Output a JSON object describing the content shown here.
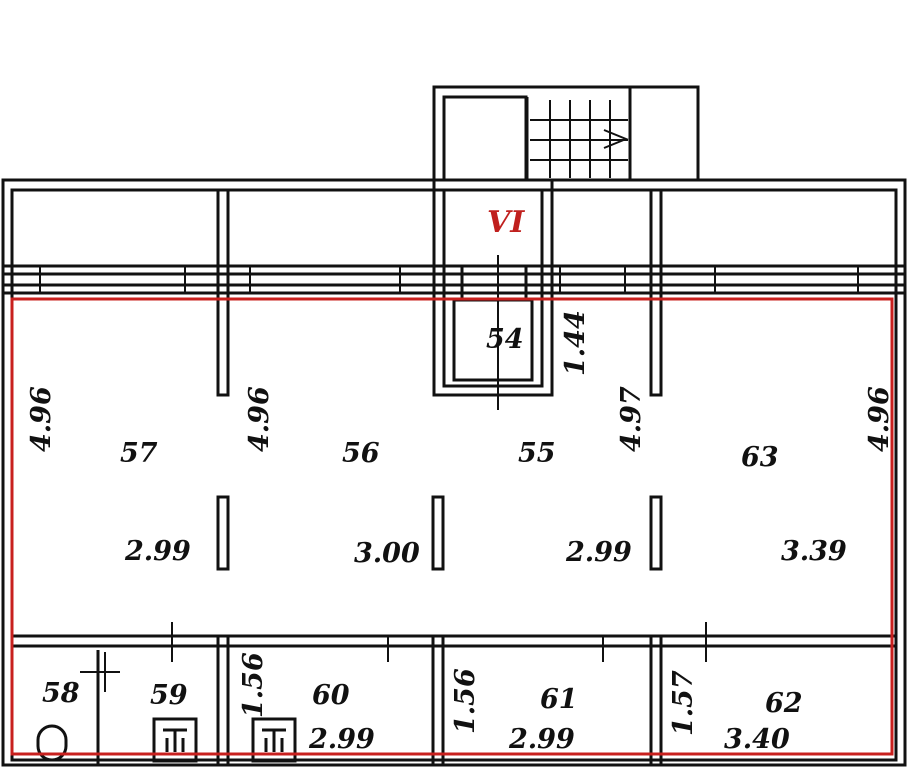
{
  "section_label": "VI",
  "colors": {
    "wall": "#111111",
    "highlight": "#c8201e",
    "section_label": "#c0201e"
  },
  "rooms": {
    "r54": "54",
    "r55": "55",
    "r56": "56",
    "r57": "57",
    "r58": "58",
    "r59": "59",
    "r60": "60",
    "r61": "61",
    "r62": "62",
    "r63": "63"
  },
  "dimensions": {
    "left_height": "4.96",
    "wall_57_56": "4.96",
    "stair_1_44": "1.44",
    "wall_55_63": "4.97",
    "right_height": "4.96",
    "w57": "2.99",
    "w56": "3.00",
    "w55": "2.99",
    "w63": "3.39",
    "h60": "1.56",
    "h61": "1.56",
    "h62": "1.57",
    "w60": "2.99",
    "w61": "2.99",
    "w62": "3.40"
  }
}
